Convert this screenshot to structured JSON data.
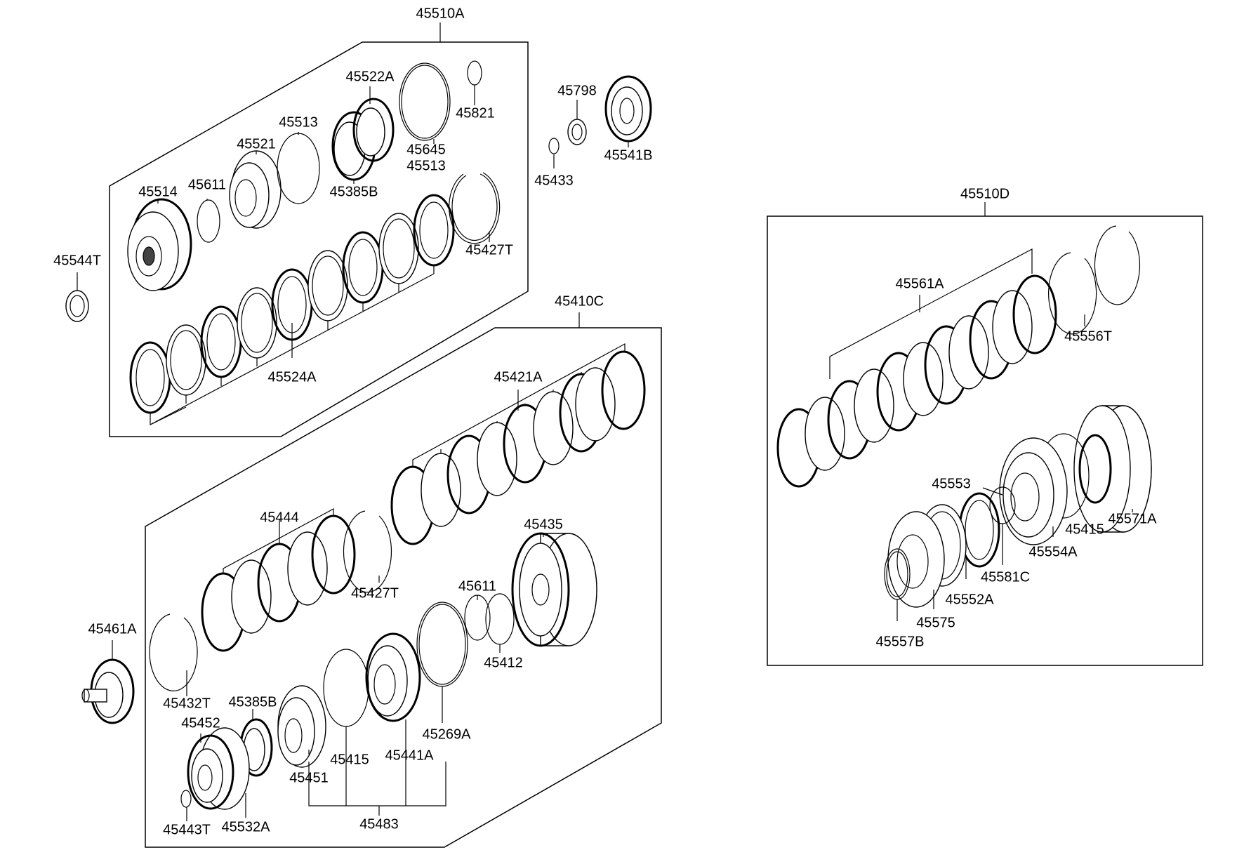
{
  "labels": {
    "g45510A": "45510A",
    "g45522A": "45522A",
    "g45821": "45821",
    "g45798": "45798",
    "g45513a": "45513",
    "g45645": "45645",
    "g45513b": "45513",
    "g45541B": "45541B",
    "g45521": "45521",
    "g45433": "45433",
    "g45611a": "45611",
    "g45514": "45514",
    "g45385Ba": "45385B",
    "g45427Ta": "45427T",
    "g45544T": "45544T",
    "g45524A": "45524A",
    "g45410C": "45410C",
    "g45421A": "45421A",
    "g45444": "45444",
    "g45435": "45435",
    "g45427Tb": "45427T",
    "g45611b": "45611",
    "g45461A": "45461A",
    "g45412": "45412",
    "g45432T": "45432T",
    "g45385Bb": "45385B",
    "g45269A": "45269A",
    "g45452": "45452",
    "g45415a": "45415",
    "g45441A": "45441A",
    "g45451": "45451",
    "g45443T": "45443T",
    "g45532A": "45532A",
    "g45483": "45483",
    "g45510D": "45510D",
    "g45561A": "45561A",
    "g45556T": "45556T",
    "g45553": "45553",
    "g45415b": "45415",
    "g45571A": "45571A",
    "g45554A": "45554A",
    "g45581C": "45581C",
    "g45552A": "45552A",
    "g45575": "45575",
    "g45557B": "45557B"
  }
}
